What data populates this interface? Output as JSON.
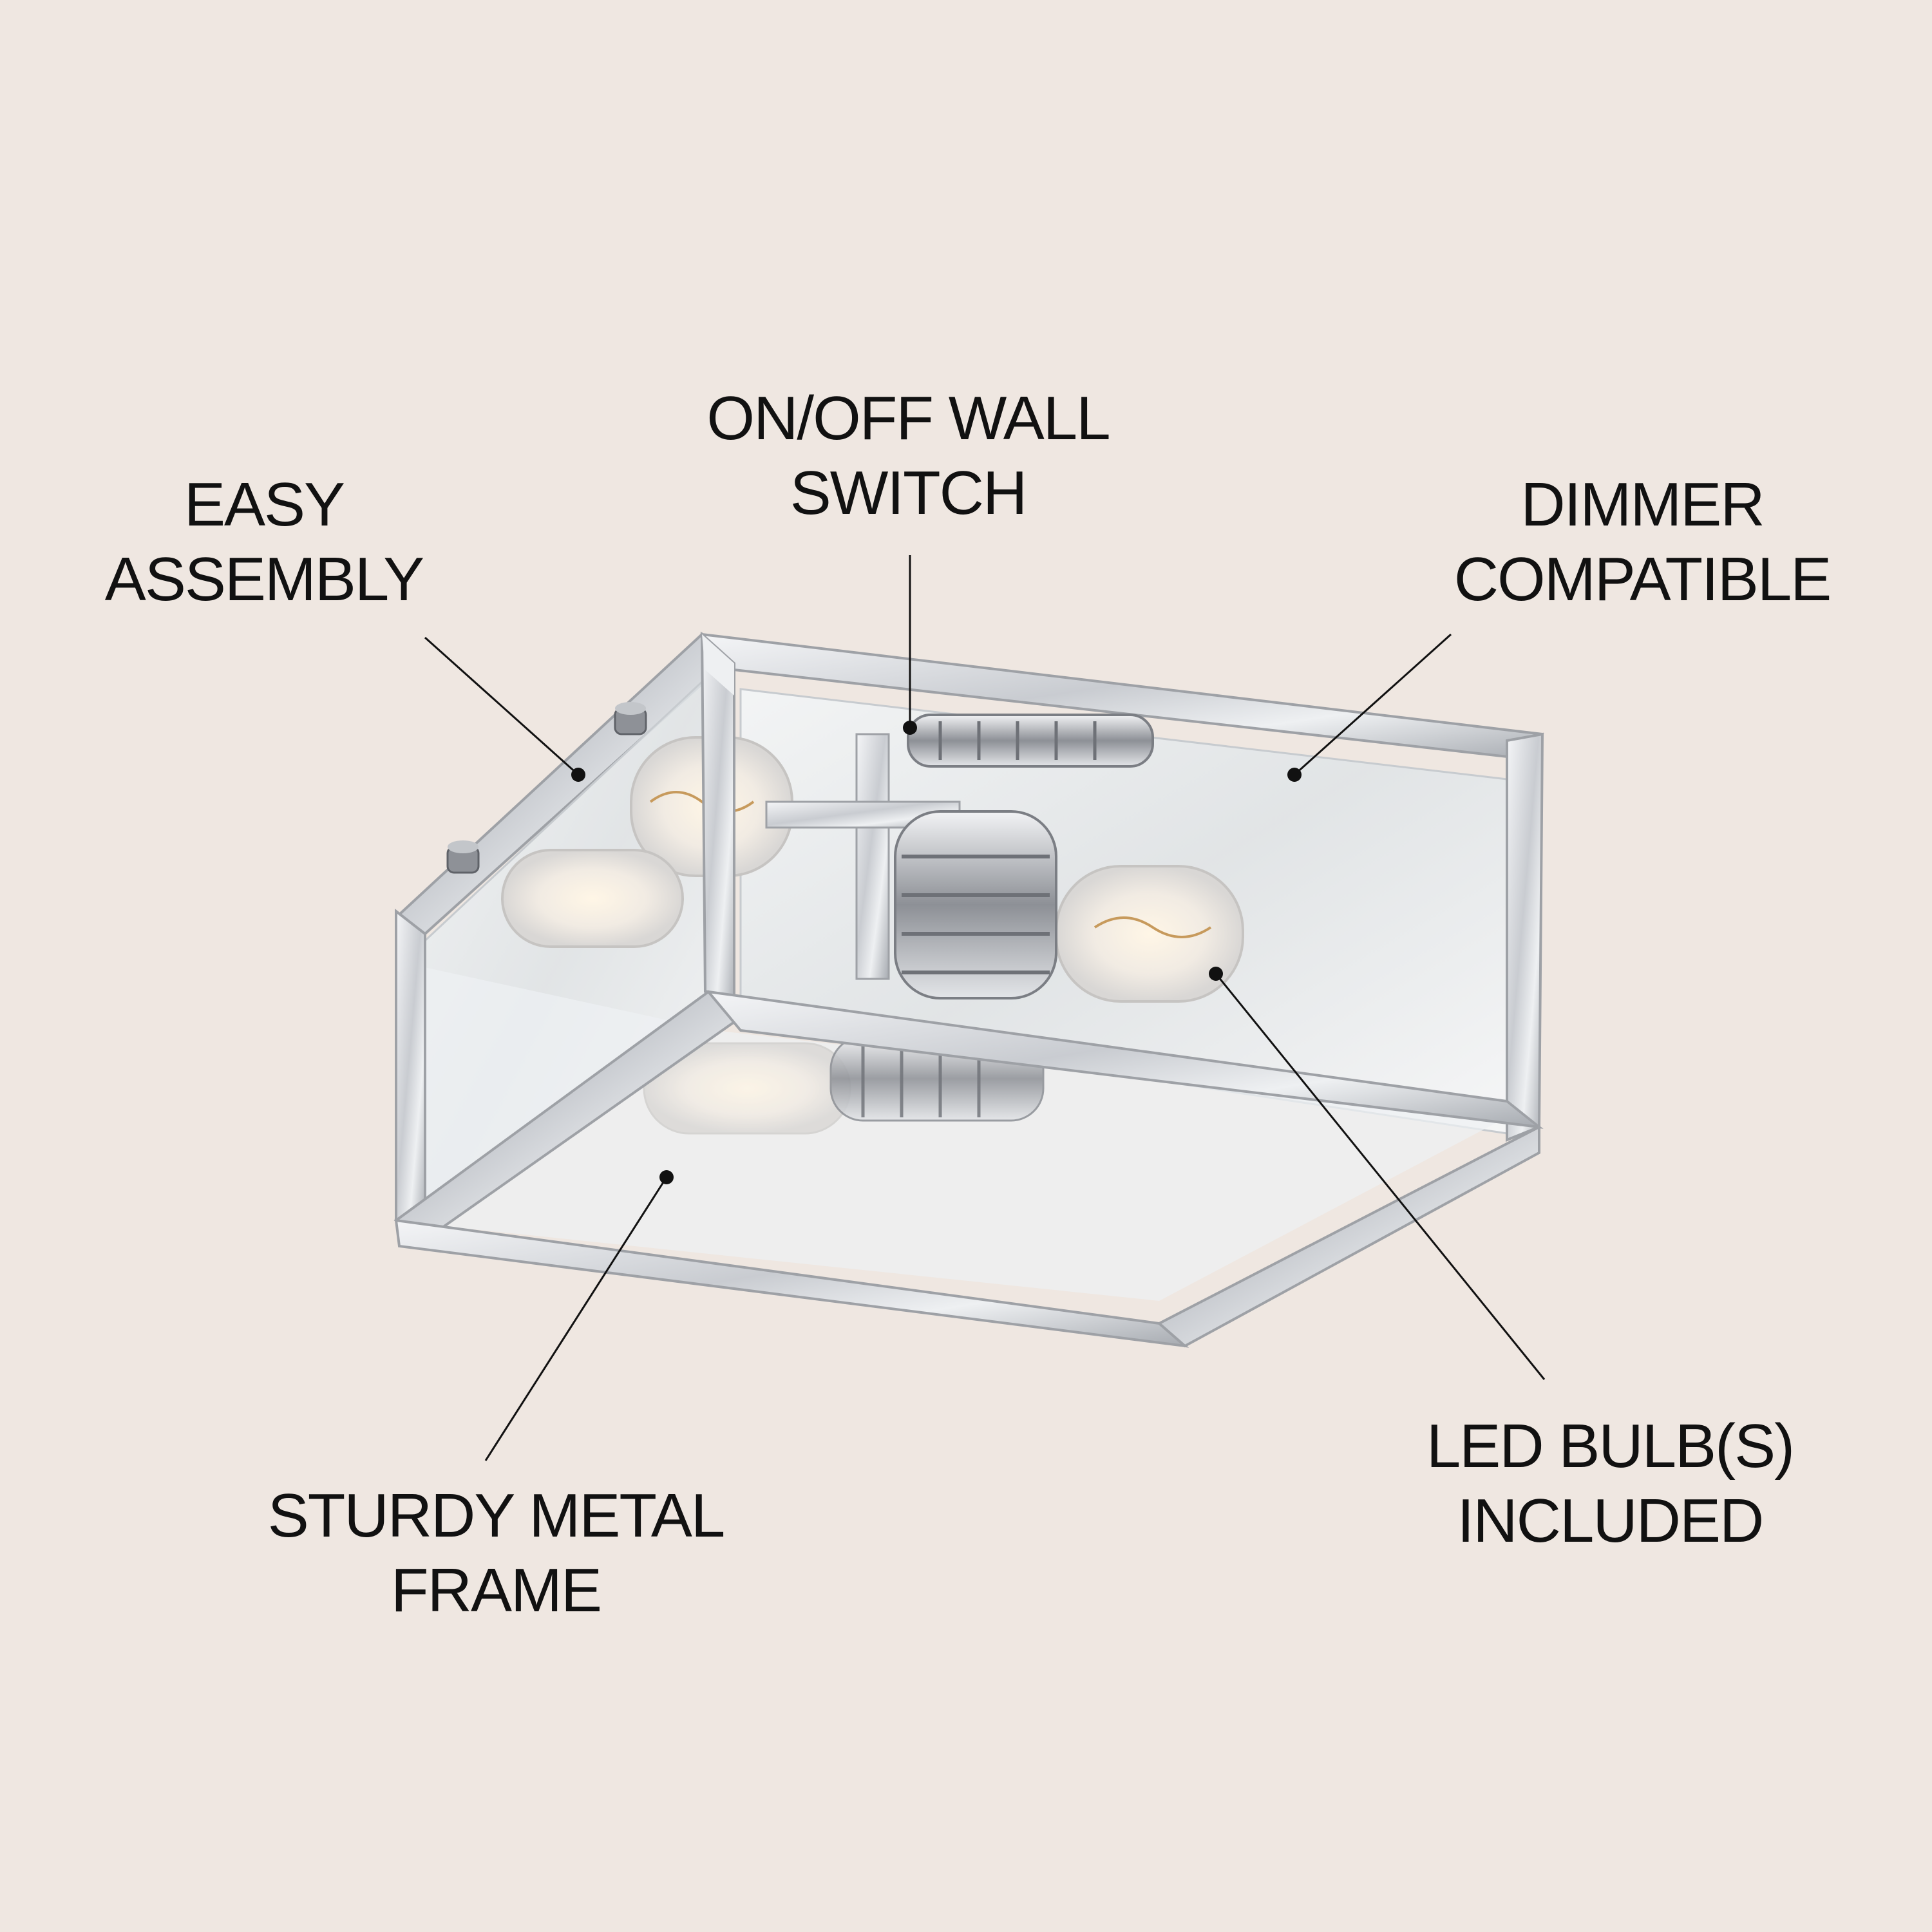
{
  "features": {
    "easy_assembly": {
      "line1": "EASY",
      "line2": "ASSEMBLY"
    },
    "wall_switch": {
      "line1": "ON/OFF WALL",
      "line2": "SWITCH"
    },
    "dimmer": {
      "line1": "DIMMER",
      "line2": "COMPATIBLE"
    },
    "frame": {
      "line1": "STURDY METAL",
      "line2": "FRAME"
    },
    "bulbs": {
      "line1": "LED BULB(S)",
      "line2": "INCLUDED"
    }
  },
  "colors": {
    "background": "#efe7e1",
    "text": "#111111",
    "chrome": "#d9dadd",
    "chrome_dark": "#9ea1a6",
    "glass": "#e9edf0"
  },
  "product_image": "chrome-square-flush-mount-ceiling-light"
}
